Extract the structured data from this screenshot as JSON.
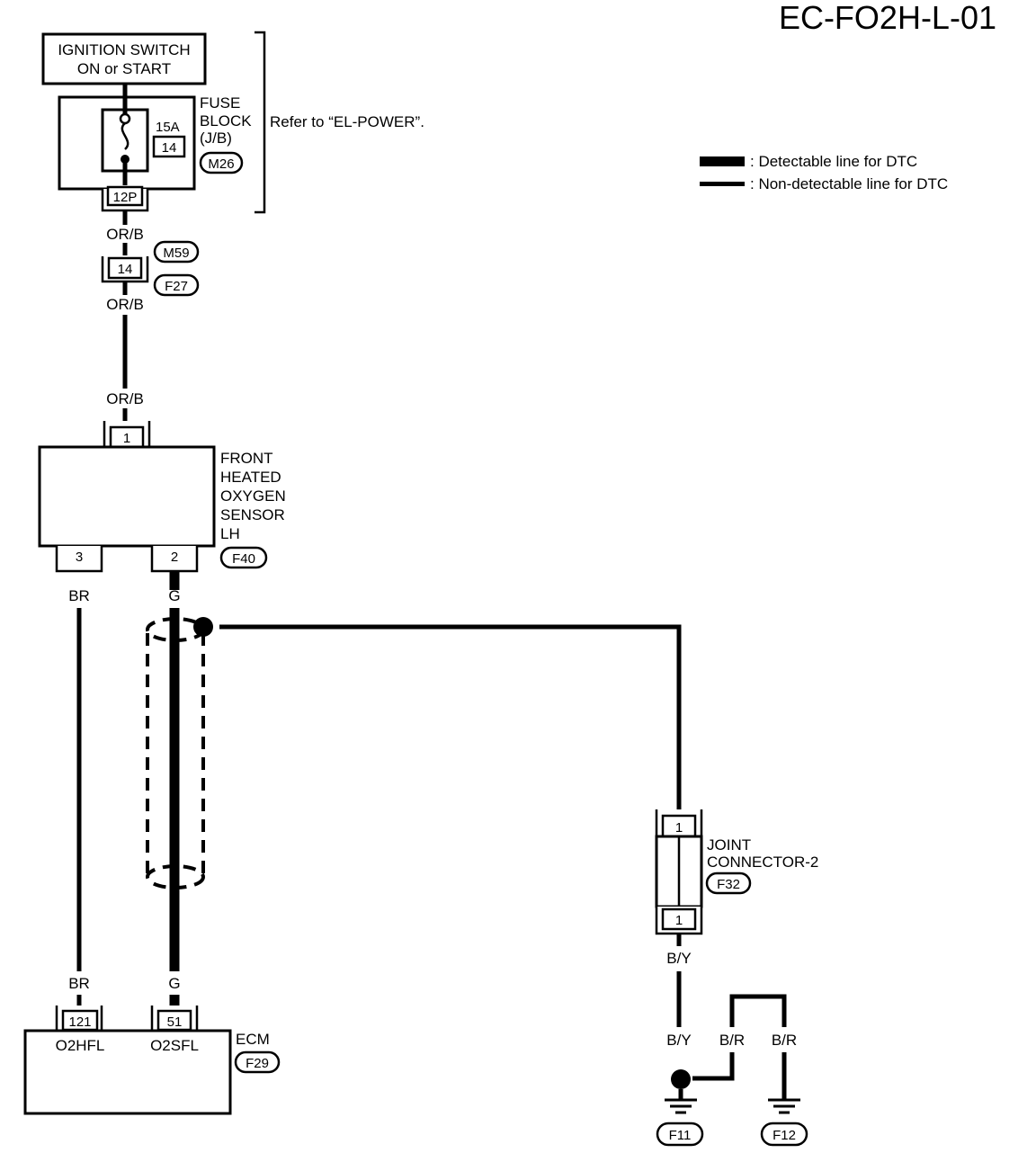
{
  "diagram": {
    "code": "EC-FO2H-L-01",
    "legend": {
      "detectable": ": Detectable line for DTC",
      "non_detectable": ": Non-detectable line for DTC"
    },
    "ignition_switch": {
      "line1": "IGNITION SWITCH",
      "line2": "ON or START"
    },
    "fuse_block": {
      "line1": "FUSE",
      "line2": "BLOCK",
      "line3": "(J/B)",
      "fuse_rating": "15A",
      "fuse_number": "14",
      "connector_id": "M26",
      "connector_pin": "12P",
      "reference": "Refer to “EL-POWER”."
    },
    "wires": {
      "orb_1": "OR/B",
      "orb_2": "OR/B",
      "orb_3": "OR/B",
      "br_top": "BR",
      "g_top": "G",
      "br_bottom": "BR",
      "g_bottom": "G",
      "by_1": "B/Y",
      "by_2": "B/Y",
      "br_1": "B/R",
      "br_2": "B/R"
    },
    "inline_connector": {
      "pin": "14",
      "id_top": "M59",
      "id_bottom": "F27"
    },
    "sensor": {
      "line1": "FRONT",
      "line2": "HEATED",
      "line3": "OXYGEN",
      "line4": "SENSOR",
      "line5": "LH",
      "connector_id": "F40",
      "pin_top": "1",
      "pin_left": "3",
      "pin_right": "2"
    },
    "joint_connector": {
      "line1": "JOINT",
      "line2": "CONNECTOR-2",
      "connector_id": "F32",
      "pin_top": "1",
      "pin_bottom": "1"
    },
    "ecm": {
      "label": "ECM",
      "connector_id": "F29",
      "pin_left": "121",
      "pin_right": "51",
      "term_left": "O2HFL",
      "term_right": "O2SFL"
    },
    "grounds": {
      "left": "F11",
      "right": "F12"
    }
  }
}
